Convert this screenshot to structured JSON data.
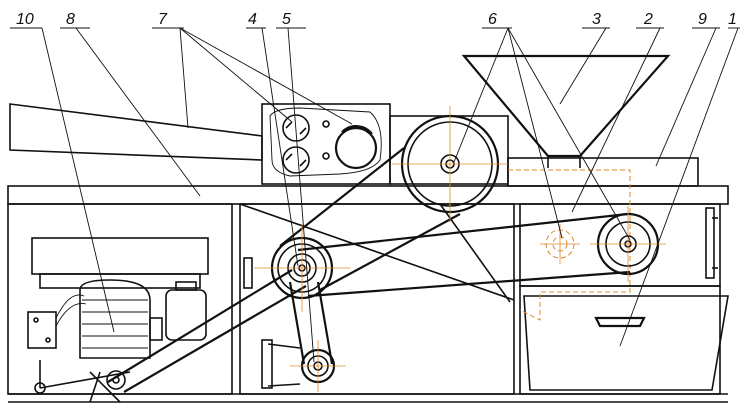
{
  "callouts": [
    {
      "id": "c10",
      "text": "10"
    },
    {
      "id": "c8",
      "text": "8"
    },
    {
      "id": "c7",
      "text": "7"
    },
    {
      "id": "c4",
      "text": "4"
    },
    {
      "id": "c5",
      "text": "5"
    },
    {
      "id": "c6",
      "text": "6"
    },
    {
      "id": "c3",
      "text": "3"
    },
    {
      "id": "c2",
      "text": "2"
    },
    {
      "id": "c9",
      "text": "9"
    },
    {
      "id": "c1",
      "text": "1"
    }
  ],
  "colors": {
    "line": "#111111",
    "centerline": "#e08a2a",
    "background": "#ffffff"
  }
}
